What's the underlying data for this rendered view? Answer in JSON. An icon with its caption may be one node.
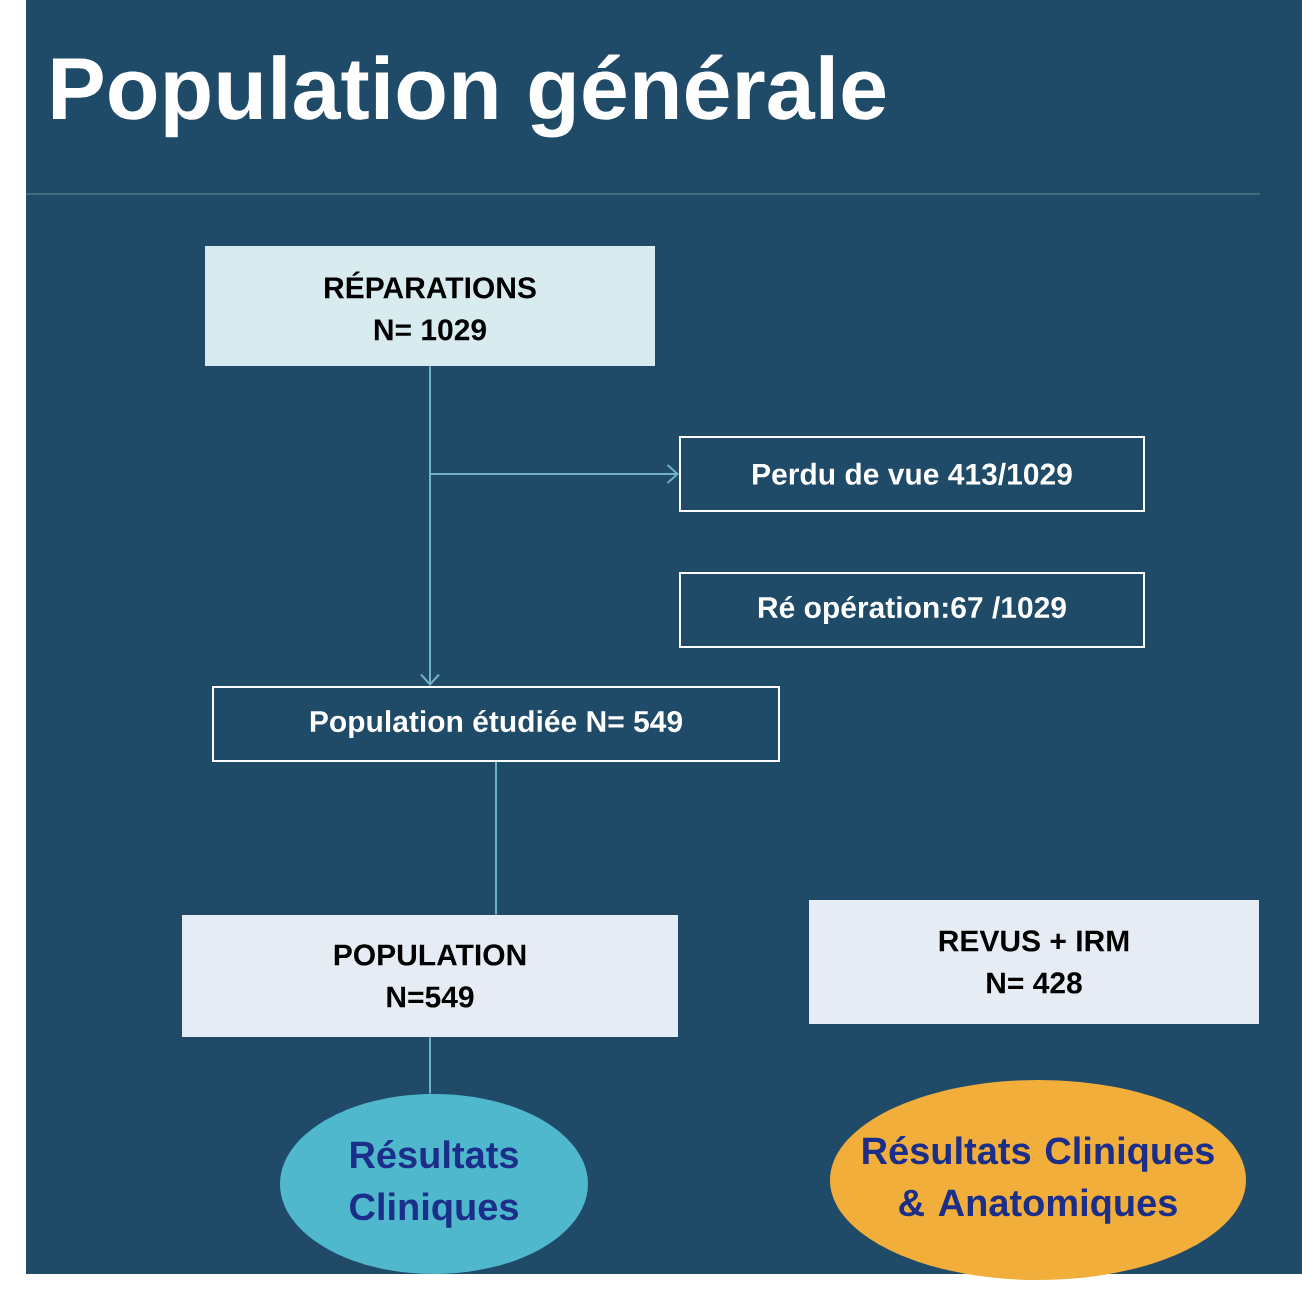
{
  "diagram": {
    "title": "Population générale",
    "nodes": [
      {
        "text": [
          "RÉPARATIONS",
          "N= 1029"
        ]
      },
      {
        "text": [
          "Perdu de vue 413/1029"
        ]
      },
      {
        "text": [
          "Ré opération:67 /1029"
        ]
      },
      {
        "text": [
          "Population étudiée N= 549"
        ]
      },
      {
        "text": [
          "POPULATION",
          "N=549"
        ]
      },
      {
        "text": [
          "REVUS + IRM",
          "N= 428"
        ]
      },
      {
        "text": [
          "Résultats Cliniques"
        ]
      },
      {
        "text": [
          "Résultats Cliniques & Anatomiques"
        ]
      }
    ],
    "edges": [
      {
        "from": 0,
        "to": 1,
        "arrow": "to"
      },
      {
        "from": 0,
        "to": 3,
        "arrow": "to"
      },
      {
        "from": 3,
        "to": 4,
        "arrow": "none"
      },
      {
        "from": 4,
        "to": 6,
        "arrow": "none"
      }
    ]
  }
}
